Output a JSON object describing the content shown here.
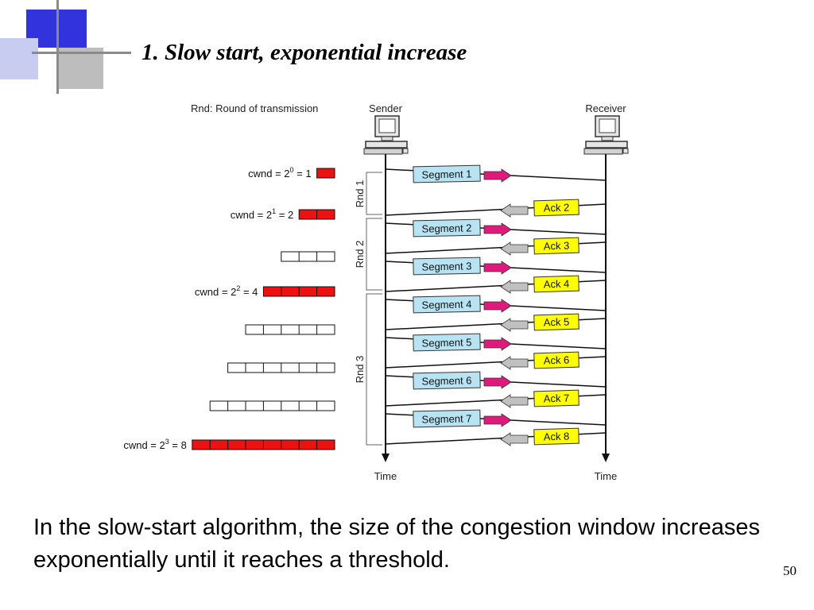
{
  "slide": {
    "title": "1. Slow start, exponential increase",
    "caption": "In the slow-start algorithm, the size of the congestion window increases exponentially until it reaches a threshold.",
    "page_number": "50"
  },
  "diagram": {
    "legend": "Rnd: Round of transmission",
    "sender_label": "Sender",
    "receiver_label": "Receiver",
    "time_label_sender": "Time",
    "time_label_receiver": "Time",
    "rounds": [
      "Rnd 1",
      "Rnd 2",
      "Rnd 3"
    ],
    "cwnd_rows": [
      {
        "label": "cwnd = 2",
        "exp": "0",
        "value_text": " = 1",
        "cells": 1,
        "filled": true
      },
      {
        "label": "cwnd = 2",
        "exp": "1",
        "value_text": " = 2",
        "cells": 2,
        "filled": true
      },
      {
        "label": "",
        "exp": "",
        "value_text": "",
        "cells": 3,
        "filled": false
      },
      {
        "label": "cwnd = 2",
        "exp": "2",
        "value_text": " = 4",
        "cells": 4,
        "filled": true
      },
      {
        "label": "",
        "exp": "",
        "value_text": "",
        "cells": 5,
        "filled": false
      },
      {
        "label": "",
        "exp": "",
        "value_text": "",
        "cells": 6,
        "filled": false
      },
      {
        "label": "",
        "exp": "",
        "value_text": "",
        "cells": 7,
        "filled": false
      },
      {
        "label": "cwnd = 2",
        "exp": "3",
        "value_text": " = 8",
        "cells": 8,
        "filled": true
      }
    ],
    "segments": [
      "Segment 1",
      "Segment 2",
      "Segment 3",
      "Segment 4",
      "Segment 5",
      "Segment 6",
      "Segment 7"
    ],
    "acks": [
      "Ack 2",
      "Ack 3",
      "Ack 4",
      "Ack 5",
      "Ack 6",
      "Ack 7",
      "Ack 8"
    ],
    "colors": {
      "segment_box": "#b7e3f2",
      "ack_box": "#ffff00",
      "segment_arrow": "#e0197d",
      "ack_arrow": "#c0c0c0",
      "cwnd_fill": "#ee1111",
      "deco_blue": "#3333dd"
    }
  }
}
